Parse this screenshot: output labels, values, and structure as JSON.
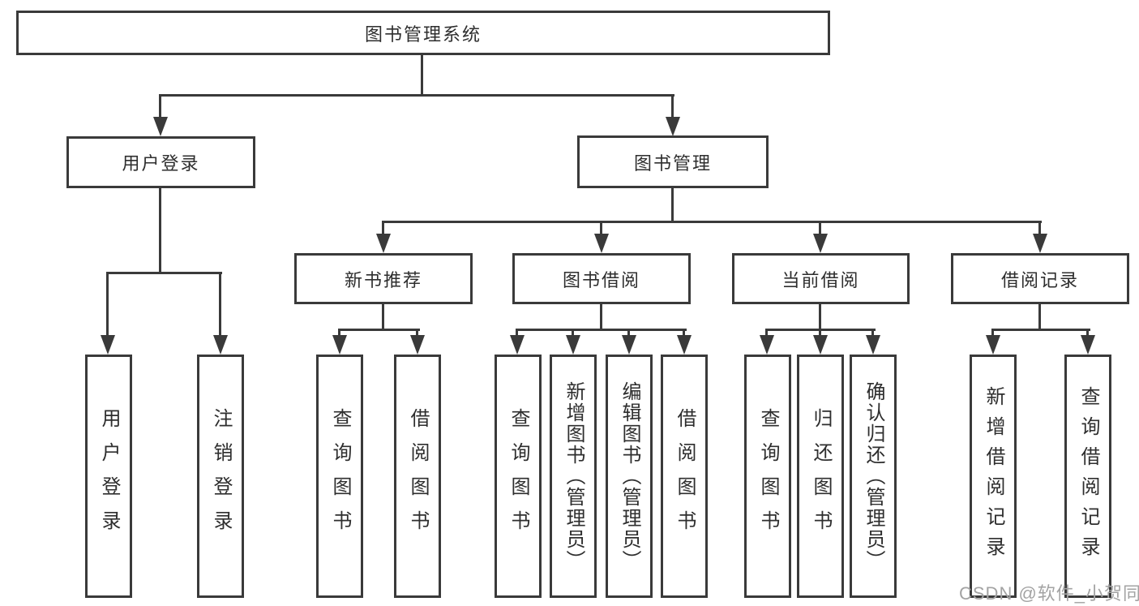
{
  "nodes": {
    "root": "图书管理系统",
    "user_login": "用户登录",
    "book_management": "图书管理",
    "new_book_recommend": "新书推荐",
    "book_borrow": "图书借阅",
    "current_borrow": "当前借阅",
    "borrow_records": "借阅记录"
  },
  "leaves": {
    "user_login": "用户登录",
    "logout": "注销登录",
    "nb_query_books": "查询图书",
    "nb_borrow_books": "借阅图书",
    "bb_query_books": "查询图书",
    "bb_add_books": "新增图书（管理员）",
    "bb_edit_books": "编辑图书（管理员）",
    "bb_borrow_books": "借阅图书",
    "cb_query_books": "查询图书",
    "cb_return_books": "归还图书",
    "cb_confirm_return": "确认归还（管理员）",
    "br_add_record": "新增借阅记录",
    "br_query_record": "查询借阅记录"
  },
  "watermark": "CSDN @软件_小贺同学",
  "colors": {
    "line": "#3a3a3a",
    "text": "#2e2e2e",
    "watermark": "#a3a3a3",
    "background": "#ffffff"
  }
}
